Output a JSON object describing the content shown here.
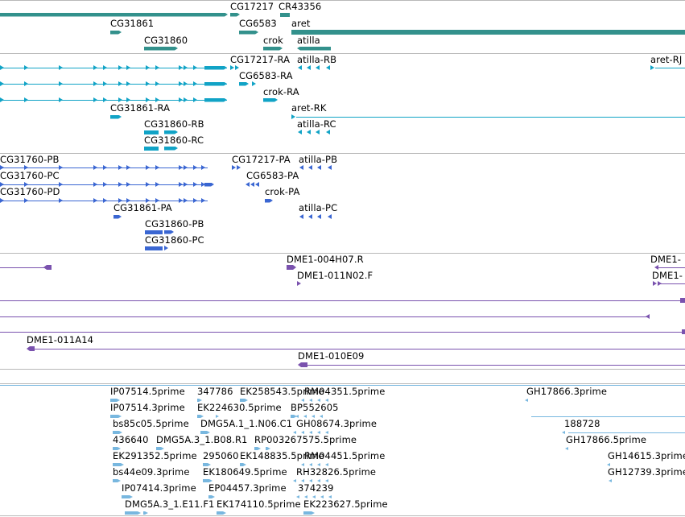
{
  "colors": {
    "gene": "#33918c",
    "transcript": "#11a3c6",
    "protein": "#3a66d2",
    "clone": "#7a52ae",
    "est": "#78b7df",
    "separator": "#b8b8b8"
  },
  "tracks": [
    {
      "name": "gene-track",
      "features": [
        {
          "label": "CG17217",
          "strand": "+"
        },
        {
          "label": "CR43356",
          "strand": "+"
        },
        {
          "label": "CG31861",
          "strand": "+"
        },
        {
          "label": "CG6583",
          "strand": "+"
        },
        {
          "label": "aret",
          "strand": "+"
        },
        {
          "label": "CG31860",
          "strand": "+"
        },
        {
          "label": "crok",
          "strand": "+"
        },
        {
          "label": "atilla",
          "strand": "-"
        }
      ]
    },
    {
      "name": "transcript-track",
      "features": [
        {
          "label": "CG17217-RA",
          "strand": "+"
        },
        {
          "label": "atilla-RB",
          "strand": "-"
        },
        {
          "label": "aret-RJ",
          "strand": "+"
        },
        {
          "label": "CG6583-RA",
          "strand": "+"
        },
        {
          "label": "crok-RA",
          "strand": "+"
        },
        {
          "label": "CG31861-RA",
          "strand": "+"
        },
        {
          "label": "aret-RK",
          "strand": "+"
        },
        {
          "label": "CG31860-RB",
          "strand": "+"
        },
        {
          "label": "atilla-RC",
          "strand": "-"
        },
        {
          "label": "CG31860-RC",
          "strand": "+"
        }
      ]
    },
    {
      "name": "protein-track",
      "features": [
        {
          "label": "CG31760-PB",
          "strand": "+"
        },
        {
          "label": "CG17217-PA",
          "strand": "+"
        },
        {
          "label": "atilla-PB",
          "strand": "-"
        },
        {
          "label": "CG31760-PC",
          "strand": "+"
        },
        {
          "label": "CG6583-PA",
          "strand": "-"
        },
        {
          "label": "CG31760-PD",
          "strand": "+"
        },
        {
          "label": "crok-PA",
          "strand": "+"
        },
        {
          "label": "CG31861-PA",
          "strand": "+"
        },
        {
          "label": "atilla-PC",
          "strand": "-"
        },
        {
          "label": "CG31860-PB",
          "strand": "+"
        },
        {
          "label": "CG31860-PC",
          "strand": "+"
        }
      ]
    },
    {
      "name": "clone-track",
      "features": [
        {
          "label": "DME1-004H07.R",
          "strand": "+"
        },
        {
          "label": "DME1-",
          "strand": "-"
        },
        {
          "label": "DME1-011N02.F",
          "strand": "+"
        },
        {
          "label": "DME1-",
          "strand": "+"
        },
        {
          "label": "DME1-011A14",
          "strand": "-"
        },
        {
          "label": "DME1-010E09",
          "strand": "-"
        }
      ]
    },
    {
      "name": "est-track",
      "features": [
        {
          "label": "IP07514.5prime"
        },
        {
          "label": "347786"
        },
        {
          "label": "EK258543.5prime"
        },
        {
          "label": "RM04351.5prime"
        },
        {
          "label": "GH17866.3prime"
        },
        {
          "label": "IP07514.3prime"
        },
        {
          "label": "EK224630.5prime"
        },
        {
          "label": "BP552605"
        },
        {
          "label": "bs85c05.5prime"
        },
        {
          "label": "DMG5A.1_1.N06.C1"
        },
        {
          "label": "GH08674.3prime"
        },
        {
          "label": "188728"
        },
        {
          "label": "436640"
        },
        {
          "label": "DMG5A.3_1.B08.R1"
        },
        {
          "label": "RP003267575.5prime"
        },
        {
          "label": "GH17866.5prime"
        },
        {
          "label": "EK291352.5prime"
        },
        {
          "label": "295060"
        },
        {
          "label": "EK148835.5prime"
        },
        {
          "label": "RM04451.5prime"
        },
        {
          "label": "GH14615.3prime"
        },
        {
          "label": "bs44e09.3prime"
        },
        {
          "label": "EK180649.5prime"
        },
        {
          "label": "RH32826.5prime"
        },
        {
          "label": "GH12739.3prime"
        },
        {
          "label": "IP07414.3prime"
        },
        {
          "label": "EP04457.3prime"
        },
        {
          "label": "374239"
        },
        {
          "label": "DMG5A.3_1.E11.F1"
        },
        {
          "label": "EK174110.5prime"
        },
        {
          "label": "EK223627.5prime"
        }
      ]
    }
  ]
}
